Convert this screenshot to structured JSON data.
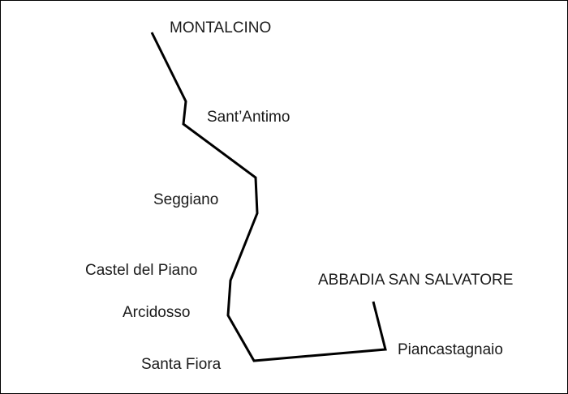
{
  "map": {
    "places": [
      {
        "id": "montalcino",
        "label": "MONTALCINO"
      },
      {
        "id": "santantimo",
        "label": "Sant’Antimo"
      },
      {
        "id": "seggiano",
        "label": "Seggiano"
      },
      {
        "id": "castel",
        "label": "Castel del Piano"
      },
      {
        "id": "abbadia",
        "label": "ABBADIA SAN SALVATORE"
      },
      {
        "id": "arcidosso",
        "label": "Arcidosso"
      },
      {
        "id": "piancastagnaio",
        "label": "Piancastagnaio"
      },
      {
        "id": "santafiora",
        "label": "Santa Fiora"
      }
    ],
    "colors": {
      "route": "#000000",
      "text": "#1a1a1a",
      "background": "#ffffff",
      "border": "#000000"
    }
  }
}
